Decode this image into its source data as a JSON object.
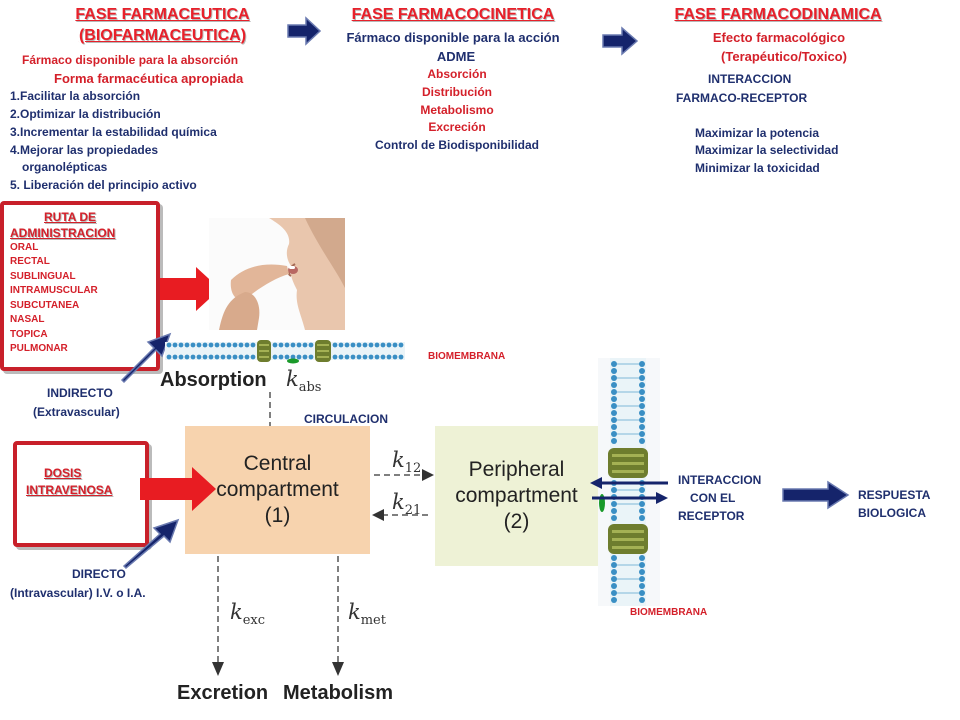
{
  "phase_farmaceutica": {
    "title_line1": "FASE  FARMACEUTICA",
    "title_line2": "(BIOFARMACEUTICA)",
    "subtitle": "Fármaco disponible para la absorción",
    "subtitle2": "Forma farmacéutica apropiada",
    "items": [
      "1.Facilitar la absorción",
      "2.Optimizar la distribución",
      "3.Incrementar la estabilidad química",
      "4.Mejorar las propiedades",
      "organolépticas",
      "5. Liberación del principio activo"
    ]
  },
  "phase_farmacocinetica": {
    "title": "FASE FARMACOCINETICA",
    "subtitle": "Fármaco disponible para la acción",
    "adme": "ADME",
    "steps": [
      "Absorción",
      "Distribución",
      "Metabolismo",
      "Excreción"
    ],
    "control": "Control de Biodisponibilidad"
  },
  "phase_farmacodinamica": {
    "title": "FASE FARMACODINAMICA",
    "subtitle1": "Efecto farmacológico",
    "subtitle2": "(Terapéutico/Toxico)",
    "interaction1": "INTERACCION",
    "interaction2": "FARMACO-RECEPTOR",
    "goals": [
      "Maximizar la potencia",
      "Maximizar la selectividad",
      "Minimizar la toxicidad"
    ]
  },
  "route": {
    "title1": "RUTA DE",
    "title2": "ADMINISTRACION",
    "items": [
      "ORAL",
      "RECTAL",
      "SUBLINGUAL",
      "INTRAMUSCULAR",
      "SUBCUTANEA",
      "NASAL",
      "TOPICA",
      "PULMONAR"
    ]
  },
  "dosis": {
    "line1": "DOSIS",
    "line2": "INTRAVENOSA"
  },
  "indirecto": {
    "line1": "INDIRECTO",
    "line2": "(Extravascular)"
  },
  "directo": {
    "line1": "DIRECTO",
    "line2": "(Intravascular) I.V. o I.A."
  },
  "labels": {
    "biomembrana_top": "BIOMEMBRANA",
    "biomembrana_bottom": "BIOMEMBRANA",
    "circulacion": "CIRCULACION",
    "interaccion_receptor": [
      "INTERACCION",
      "CON EL",
      "RECEPTOR"
    ],
    "respuesta": [
      "RESPUESTA",
      "BIOLOGICA"
    ]
  },
  "pk_model": {
    "absorption": "Absorption",
    "k_abs": "abs",
    "central": [
      "Central",
      "compartment",
      "(1)"
    ],
    "peripheral": [
      "Peripheral",
      "compartment",
      "(2)"
    ],
    "k12": "12",
    "k21": "21",
    "k_exc": "exc",
    "k_met": "met",
    "excretion": "Excretion",
    "metabolism": "Metabolism",
    "k_letter": "k"
  },
  "colors": {
    "title_red": "#e8202a",
    "text_red": "#d4202a",
    "text_navy": "#1f2f6e",
    "arrow_navy": "#15246b",
    "arrow_red": "#e81c22",
    "central_fill": "#f7d3ae",
    "peripheral_fill": "#eef2d6"
  }
}
